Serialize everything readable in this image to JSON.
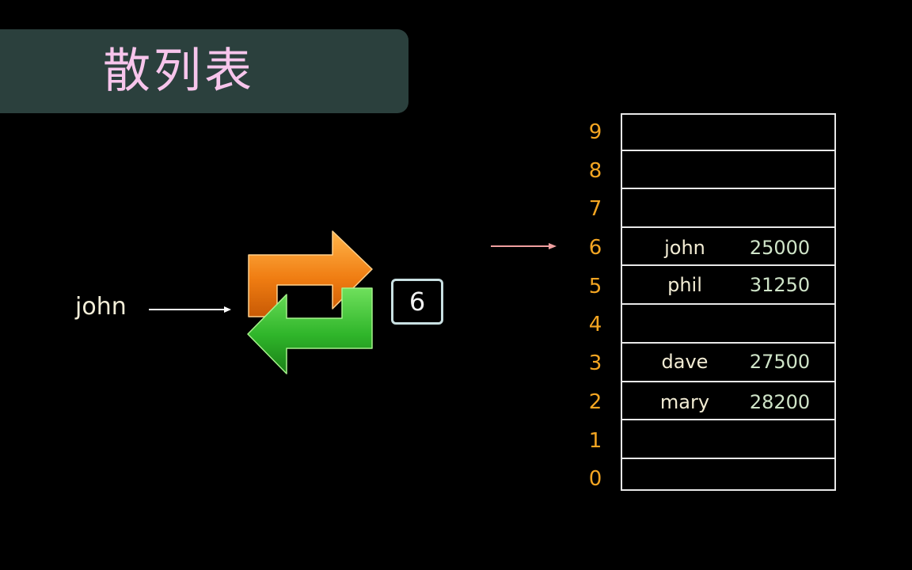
{
  "title": "散列表",
  "key": "john",
  "hash_result": "6",
  "indices": [
    "9",
    "8",
    "7",
    "6",
    "5",
    "4",
    "3",
    "2",
    "1",
    "0"
  ],
  "entries": [
    {
      "index": "6",
      "name": "john",
      "value": "25000"
    },
    {
      "index": "5",
      "name": "phil",
      "value": "31250"
    },
    {
      "index": "3",
      "name": "dave",
      "value": "27500"
    },
    {
      "index": "2",
      "name": "mary",
      "value": "28200"
    }
  ],
  "colors": {
    "title_bg": "#2b403d",
    "title_text": "#f7c5ec",
    "index_text": "#f3a522",
    "arrow_orange": "#f28a1c",
    "arrow_green": "#3cc23a",
    "pointer_arrow": "#f0a0a0"
  },
  "icons": {
    "hash_function": "refresh-arrows-icon"
  }
}
